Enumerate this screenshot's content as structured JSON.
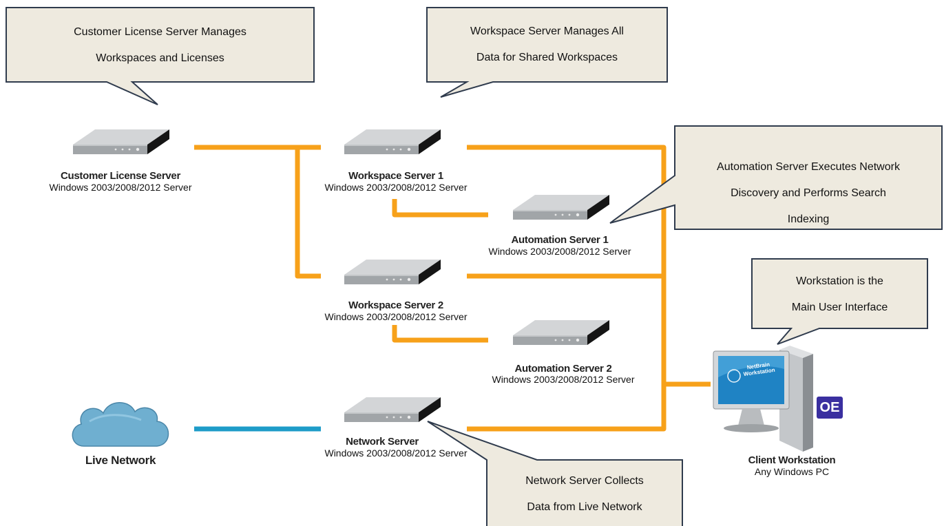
{
  "colors": {
    "link_orange": "#F7A11A",
    "link_blue": "#1E9CC8",
    "callout_fill": "#EEEADF",
    "callout_border": "#2F3B4D",
    "server_body": "#9EA2A5",
    "cloud": "#6FAFD0"
  },
  "callouts": {
    "customer_license": {
      "line1": "Customer License Server Manages",
      "line2": "Workspaces and Licenses"
    },
    "workspace": {
      "line1": "Workspace Server Manages All",
      "line2": "Data for Shared Workspaces"
    },
    "automation": {
      "line1": "Automation Server Executes Network",
      "line2": "Discovery and Performs Search",
      "line3": "Indexing"
    },
    "workstation": {
      "line1": "Workstation is the",
      "line2": "Main User Interface"
    },
    "network": {
      "line1": "Network Server Collects",
      "line2": "Data from Live Network"
    }
  },
  "nodes": {
    "customer_license_server": {
      "title": "Customer License Server",
      "subtitle": "Windows 2003/2008/2012 Server",
      "icon": "server-icon"
    },
    "workspace_server_1": {
      "title": "Workspace Server 1",
      "subtitle": "Windows 2003/2008/2012 Server",
      "icon": "server-icon"
    },
    "automation_server_1": {
      "title": "Automation Server 1",
      "subtitle": "Windows 2003/2008/2012 Server",
      "icon": "server-icon"
    },
    "workspace_server_2": {
      "title": "Workspace Server 2",
      "subtitle": "Windows 2003/2008/2012 Server",
      "icon": "server-icon"
    },
    "automation_server_2": {
      "title": "Automation Server 2",
      "subtitle": "Windows 2003/2008/2012 Server",
      "icon": "server-icon"
    },
    "network_server": {
      "title": "Network Server",
      "subtitle": "Windows 2003/2008/2012 Server",
      "icon": "server-icon"
    },
    "live_network": {
      "title": "Live Network",
      "icon": "cloud-icon"
    },
    "client_workstation": {
      "title": "Client Workstation",
      "subtitle": "Any Windows PC",
      "icon": "workstation-icon",
      "screen_text": "NetBrain Workstation",
      "badge": "OE"
    }
  }
}
